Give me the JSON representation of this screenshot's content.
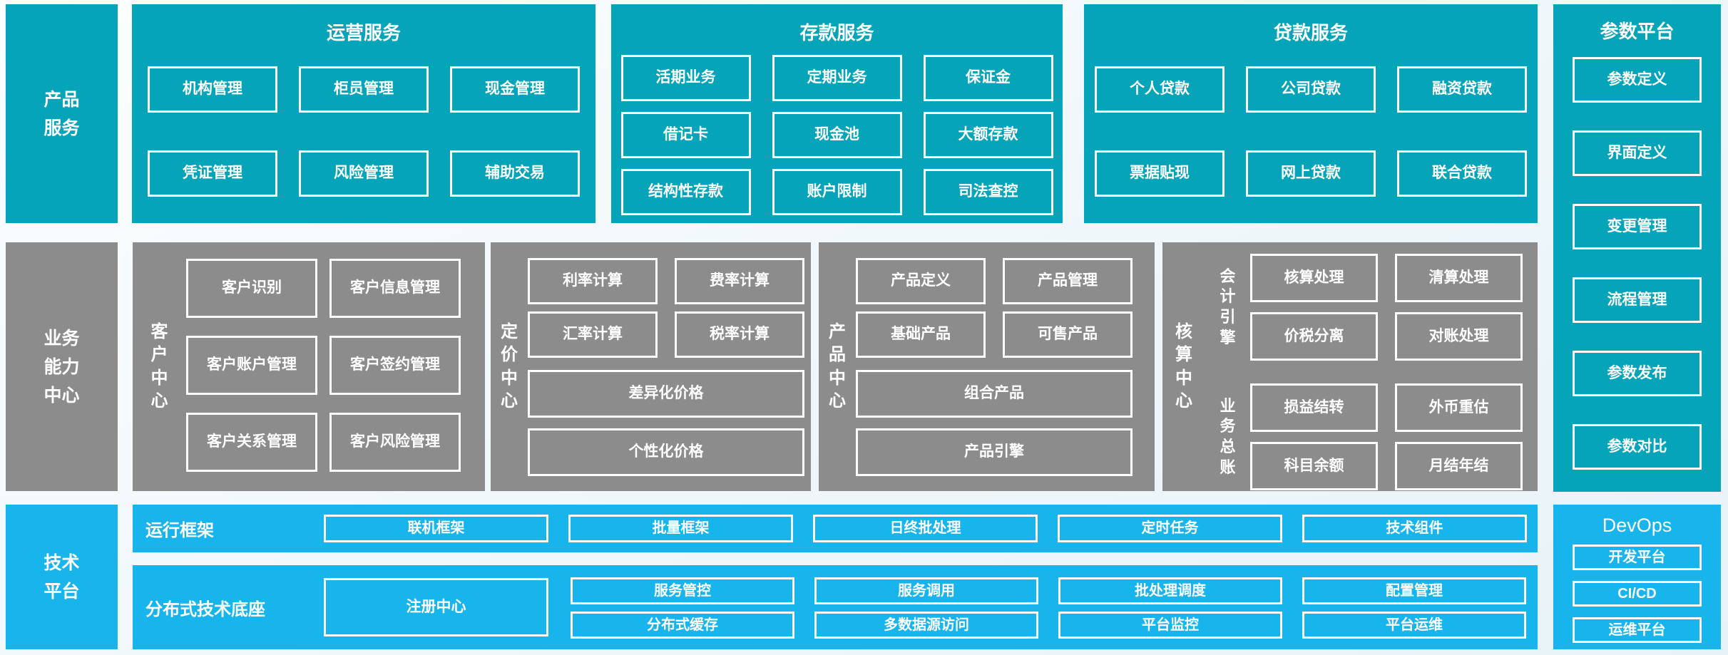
{
  "colors": {
    "teal": "#05a4b8",
    "light_blue": "#18b5ec",
    "gray": "#8c8c8c",
    "box_border": "#ffffff",
    "text": "#ffffff",
    "page_background": "#eef6fa"
  },
  "products": {
    "label": "产品\n服务",
    "sections": [
      {
        "title": "运营服务",
        "rows": [
          [
            "机构管理",
            "柜员管理",
            "现金管理"
          ],
          [
            "凭证管理",
            "风险管理",
            "辅助交易"
          ]
        ]
      },
      {
        "title": "存款服务",
        "rows": [
          [
            "活期业务",
            "定期业务",
            "保证金"
          ],
          [
            "借记卡",
            "现金池",
            "大额存款"
          ],
          [
            "结构性存款",
            "账户限制",
            "司法查控"
          ]
        ]
      },
      {
        "title": "贷款服务",
        "rows": [
          [
            "个人贷款",
            "公司贷款",
            "融资贷款"
          ],
          [
            "票据贴现",
            "网上贷款",
            "联合贷款"
          ]
        ]
      }
    ]
  },
  "params": {
    "title": "参数平台",
    "items": [
      "参数定义",
      "界面定义",
      "变更管理",
      "流程管理",
      "参数发布",
      "参数对比"
    ]
  },
  "business": {
    "label": "业务\n能力\n中心",
    "customer": {
      "label": "客\n户\n中\n心",
      "rows": [
        [
          "客户识别",
          "客户信息管理"
        ],
        [
          "客户账户管理",
          "客户签约管理"
        ],
        [
          "客户关系管理",
          "客户风险管理"
        ]
      ]
    },
    "pricing": {
      "label": "定\n价\n中\n心",
      "pairs": [
        [
          "利率计算",
          "费率计算"
        ],
        [
          "汇率计算",
          "税率计算"
        ]
      ],
      "full": [
        "差异化价格",
        "个性化价格"
      ]
    },
    "product": {
      "label": "产\n品\n中\n心",
      "pairs": [
        [
          "产品定义",
          "产品管理"
        ],
        [
          "基础产品",
          "可售产品"
        ]
      ],
      "full": [
        "组合产品",
        "产品引擎"
      ]
    },
    "accounting": {
      "label": "核\n算\n中\n心",
      "groups": [
        {
          "label": "会\n计\n引\n擎",
          "rows": [
            [
              "核算处理",
              "清算处理"
            ],
            [
              "价税分离",
              "对账处理"
            ]
          ]
        },
        {
          "label": "业\n务\n总\n账",
          "rows": [
            [
              "损益结转",
              "外币重估"
            ],
            [
              "科目余额",
              "月结年结"
            ]
          ]
        }
      ]
    }
  },
  "tech": {
    "label": "技术\n平台",
    "runtime": {
      "label": "运行框架",
      "boxes": [
        "联机框架",
        "批量框架",
        "日终批处理",
        "定时任务",
        "技术组件"
      ]
    },
    "base": {
      "label": "分布式技术底座",
      "registry": "注册中心",
      "grid": [
        [
          "服务管控",
          "服务调用",
          "批处理调度",
          "配置管理"
        ],
        [
          "分布式缓存",
          "多数据源访问",
          "平台监控",
          "平台运维"
        ]
      ]
    }
  },
  "devops": {
    "title": "DevOps",
    "items": [
      "开发平台",
      "CI/CD",
      "运维平台"
    ]
  }
}
